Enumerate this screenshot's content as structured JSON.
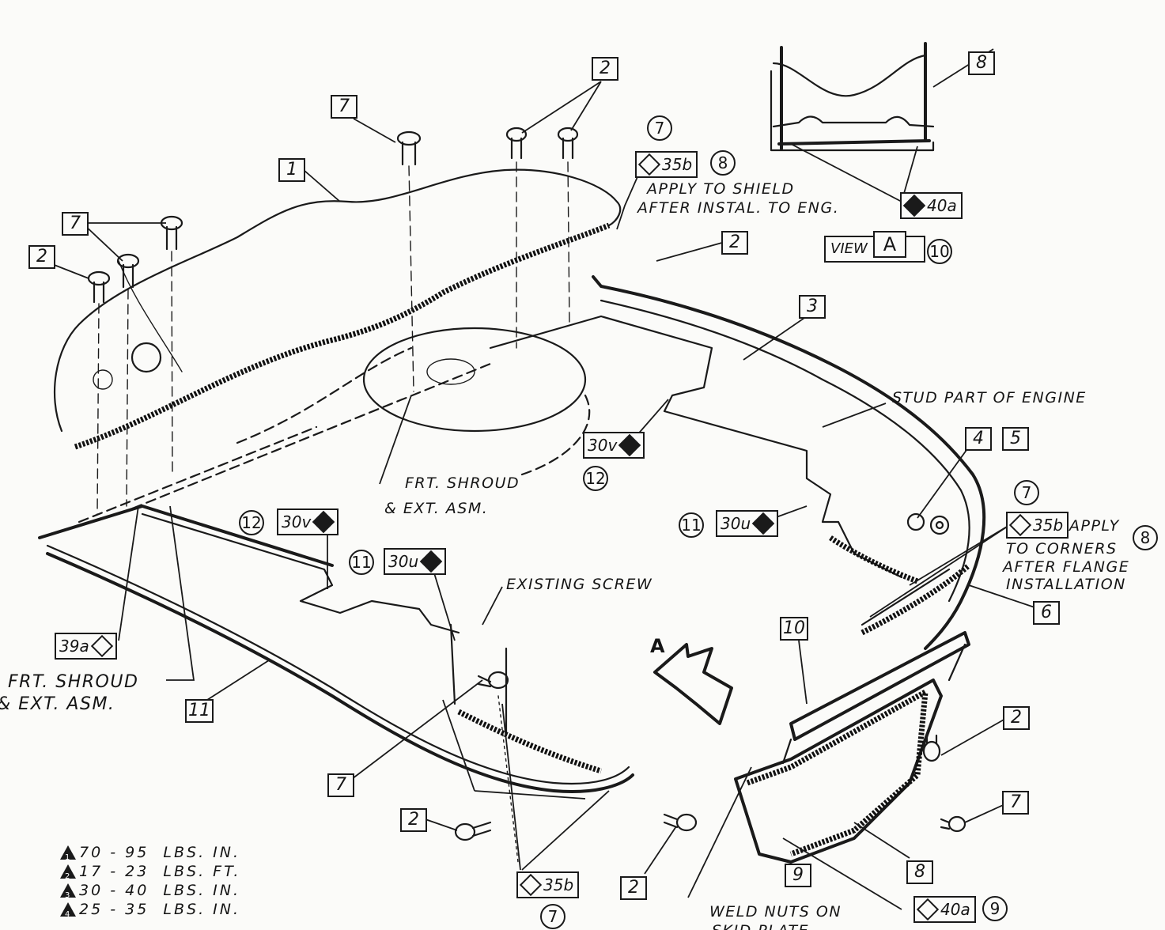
{
  "diagram": {
    "title": "Front shroud / shield / skid plate installation (exploded view)",
    "part_callouts": [
      {
        "id": "c1",
        "label": "1"
      },
      {
        "id": "c2a",
        "label": "2"
      },
      {
        "id": "c2b",
        "label": "2"
      },
      {
        "id": "c2c",
        "label": "2"
      },
      {
        "id": "c2d",
        "label": "2"
      },
      {
        "id": "c2e",
        "label": "2"
      },
      {
        "id": "c2f",
        "label": "2"
      },
      {
        "id": "c3",
        "label": "3"
      },
      {
        "id": "c4",
        "label": "4"
      },
      {
        "id": "c5",
        "label": "5"
      },
      {
        "id": "c6",
        "label": "6"
      },
      {
        "id": "c7a",
        "label": "7"
      },
      {
        "id": "c7b",
        "label": "7"
      },
      {
        "id": "c7c",
        "label": "7"
      },
      {
        "id": "c7d",
        "label": "7"
      },
      {
        "id": "c8a",
        "label": "8"
      },
      {
        "id": "c8b",
        "label": "8"
      },
      {
        "id": "c9",
        "label": "9"
      },
      {
        "id": "c10",
        "label": "10"
      },
      {
        "id": "c11",
        "label": "11"
      }
    ],
    "circled_refs": {
      "r7_top": "7",
      "r8_top": "8",
      "r10_view": "10",
      "r7_right": "7",
      "r8_right": "8",
      "r12_left": "12",
      "r11_left": "11",
      "r12_mid": "12",
      "r11_mid": "11",
      "r7_bottom": "7",
      "r9_bottom": "9"
    },
    "sealer_tags": {
      "t35b_top": "35b",
      "t40a_view": "40a",
      "t35b_right": "35b",
      "t30v_left": "30v",
      "t30u_left": "30u",
      "t30v_mid": "30v",
      "t30u_mid": "30u",
      "t39a": "39a",
      "t35b_bottom": "35b",
      "t40a_bottom": "40a"
    },
    "notes": {
      "shield_line1": "APPLY TO SHIELD",
      "shield_line2": "AFTER INSTAL. TO ENG.",
      "corners_apply": "APPLY",
      "corners_line2": "TO CORNERS",
      "corners_line3": "AFTER FLANGE",
      "corners_line4": "INSTALLATION",
      "stud": "STUD PART OF ENGINE",
      "frt_shroud_mid_1": "FRT. SHROUD",
      "frt_shroud_mid_2": "& EXT. ASM.",
      "frt_shroud_left_1": "FRT. SHROUD",
      "frt_shroud_left_2": "& EXT. ASM.",
      "existing_screw": "EXISTING SCREW",
      "weld_nuts_1": "WELD NUTS ON",
      "weld_nuts_2": "SKID PLATE",
      "view_label": "VIEW",
      "view_letter": "A",
      "arrow_letter": "A"
    },
    "torque_legend": [
      {
        "ref": "1",
        "value": "70 - 95",
        "unit": "LBS. IN."
      },
      {
        "ref": "2",
        "value": "17 - 23",
        "unit": "LBS. FT."
      },
      {
        "ref": "3",
        "value": "30 - 40",
        "unit": "LBS. IN."
      },
      {
        "ref": "4",
        "value": "25 - 35",
        "unit": "LBS. IN."
      }
    ]
  }
}
